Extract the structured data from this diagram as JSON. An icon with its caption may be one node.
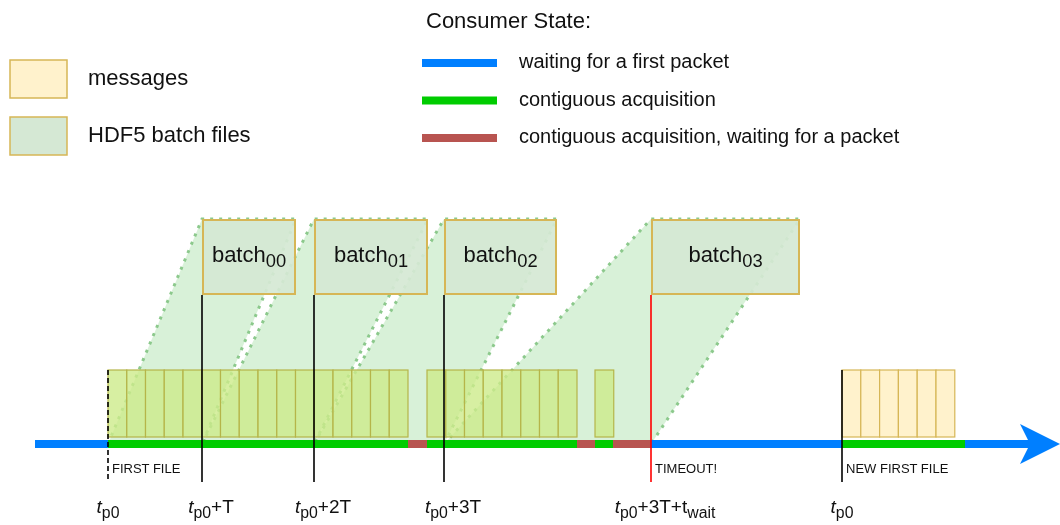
{
  "diagram": {
    "nodes": [
      {
        "text": [
          "batch$_{00}$"
        ]
      },
      {
        "text": [
          "batch$_{01}$"
        ]
      },
      {
        "text": [
          "batch$_{02}$"
        ]
      },
      {
        "text": [
          "batch$_{03}$"
        ]
      }
    ],
    "labels": [
      "Consumer State:",
      "FIRST FILE",
      "TIMEOUT!",
      "NEW FIRST FILE",
      "*t*$_{p0}$",
      "*t*$_{p0}$+T",
      "*t*$_{p0}$+2T",
      "*t*$_{p0}$+3T",
      "*t*$_{p0}$+3T+t$_{wait}$",
      "*t*$_{p0}$"
    ],
    "legend": [
      {
        "text": "messages",
        "color": "#fff2cc"
      },
      {
        "text": "HDF5 batch files",
        "color": "#d5e8d4"
      },
      {
        "text": "waiting for a first packet",
        "color": "#007fff"
      },
      {
        "text": "contiguous acquisition",
        "color": "#00cc00"
      },
      {
        "text": "contiguous acquisition, waiting for a packet",
        "color": "#b85450"
      }
    ]
  }
}
